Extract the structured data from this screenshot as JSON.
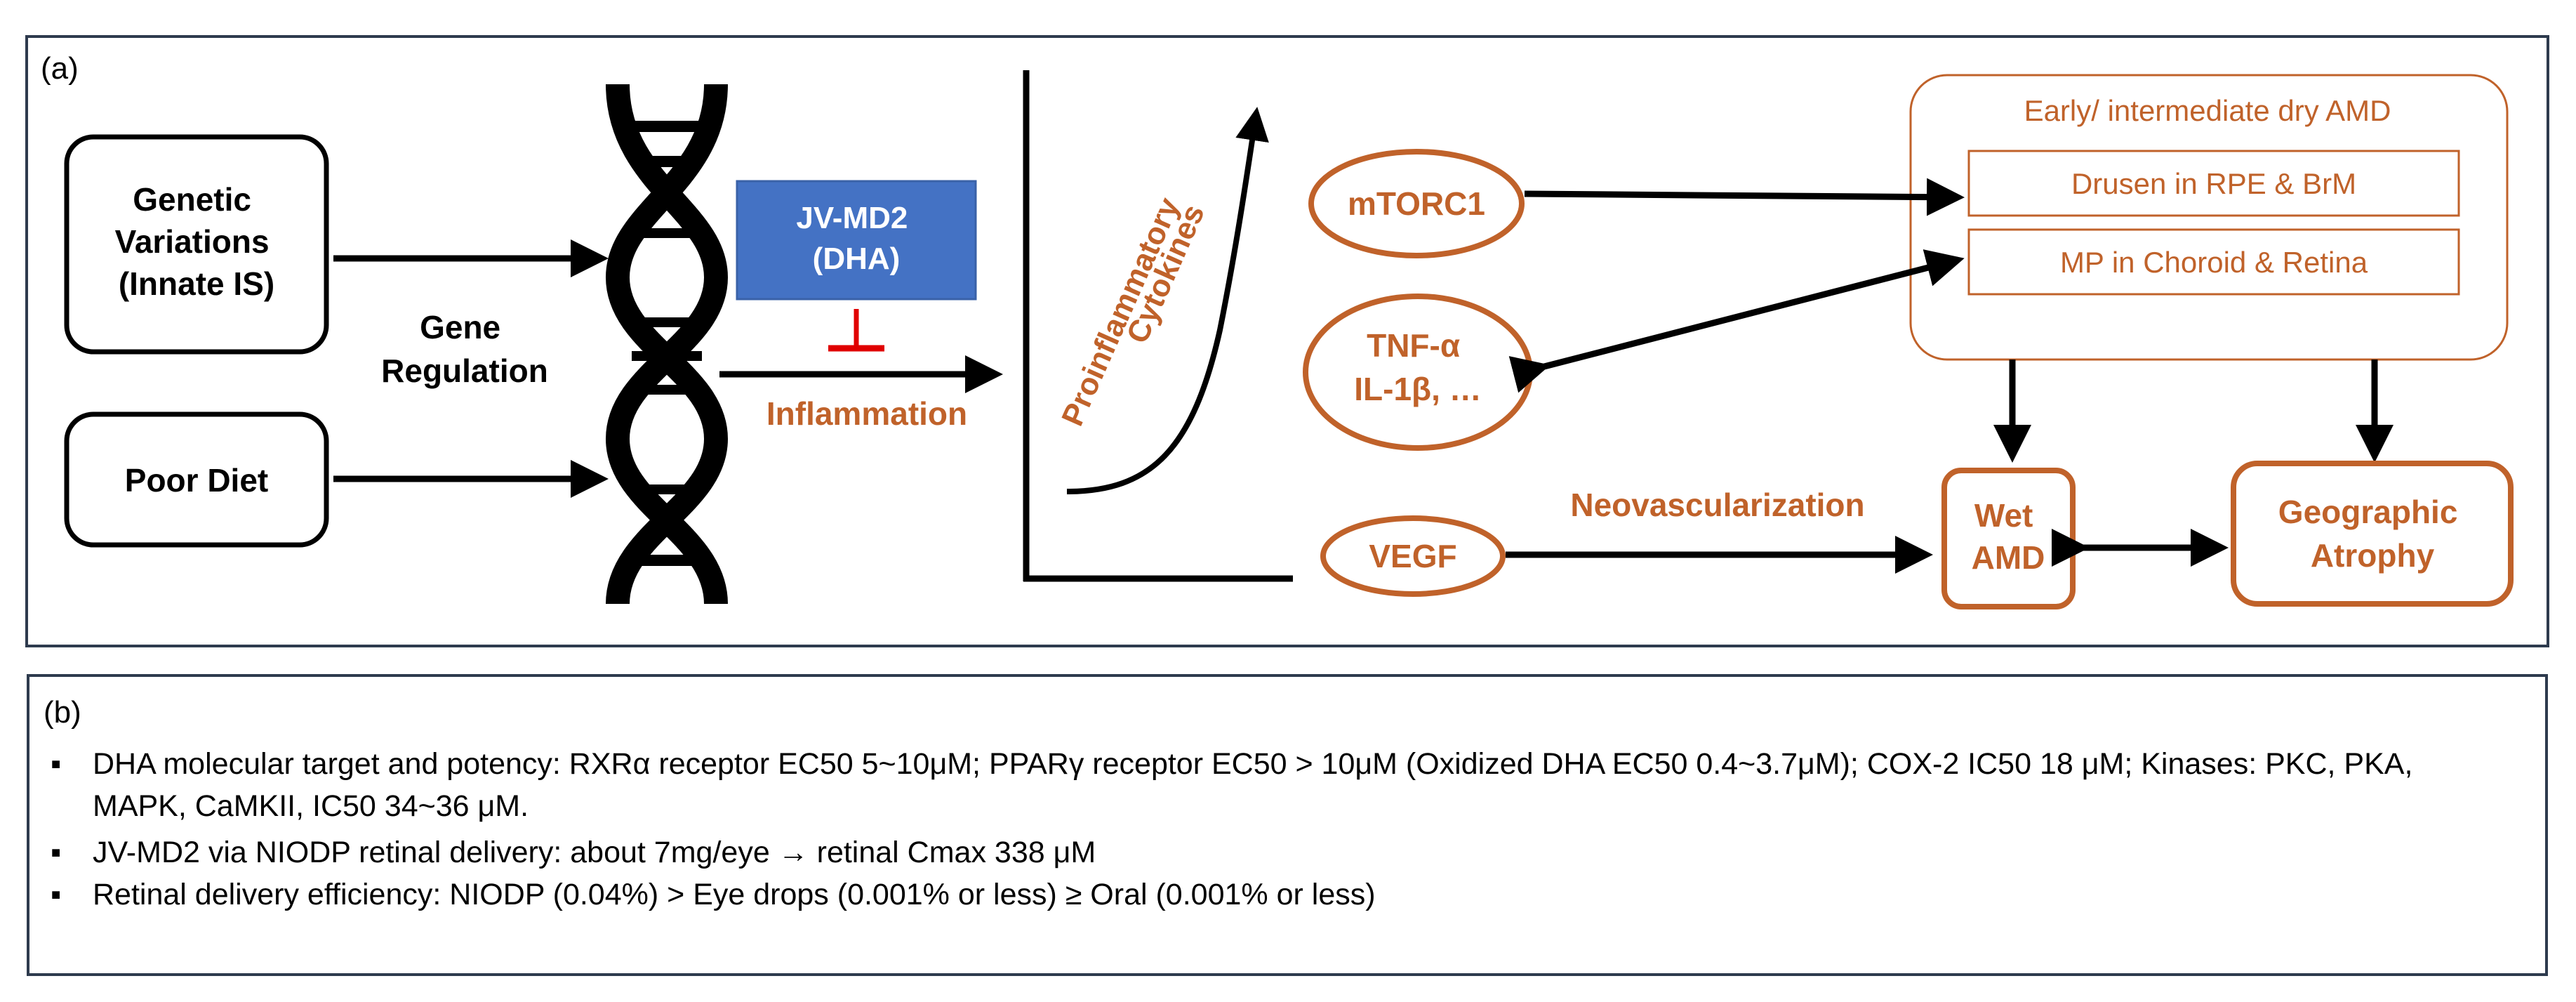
{
  "panel_a": {
    "label": "(a)",
    "genetic": [
      "Genetic",
      "Variations",
      "(Innate IS)"
    ],
    "poor_diet": "Poor Diet",
    "gene_regulation": [
      "Gene",
      "Regulation"
    ],
    "drug": [
      "JV-MD2",
      "(DHA)"
    ],
    "inflammation": "Inflammation",
    "cytokines": [
      "Proinflammatory",
      "Cytokines"
    ],
    "mtorc1": "mTORC1",
    "tnf": [
      "TNF-α",
      "IL-1β, …"
    ],
    "vegf": "VEGF",
    "neovascularization": "Neovascularization",
    "dry_amd_title": "Early/ intermediate dry AMD",
    "drusen": "Drusen in RPE & BrM",
    "mp": "MP in Choroid & Retina",
    "wet_amd": [
      "Wet",
      "AMD"
    ],
    "geographic_atrophy": [
      "Geographic",
      "Atrophy"
    ]
  },
  "panel_b": {
    "label": "(b)",
    "bullet_symbol": "▪",
    "items": [
      "DHA molecular target and potency: RXRα receptor EC50 5~10μM; PPARγ receptor EC50 > 10μM (Oxidized DHA EC50 0.4~3.7μM); COX-2 IC50 18 μM; Kinases: PKC, PKA, MAPK, CaMKII, IC50 34~36 μM.",
      "JV-MD2 via NIODP retinal delivery: about 7mg/eye → retinal Cmax 338 μM",
      "Retinal delivery efficiency:  NIODP (0.04%) > Eye drops (0.001% or less) ≥ Oral (0.001% or less)"
    ]
  },
  "colors": {
    "orange": "#c0622a",
    "blue_box": "#4472c4",
    "inhibit_red": "#e00000",
    "frame": "#2e3b4e",
    "black": "#000000"
  }
}
